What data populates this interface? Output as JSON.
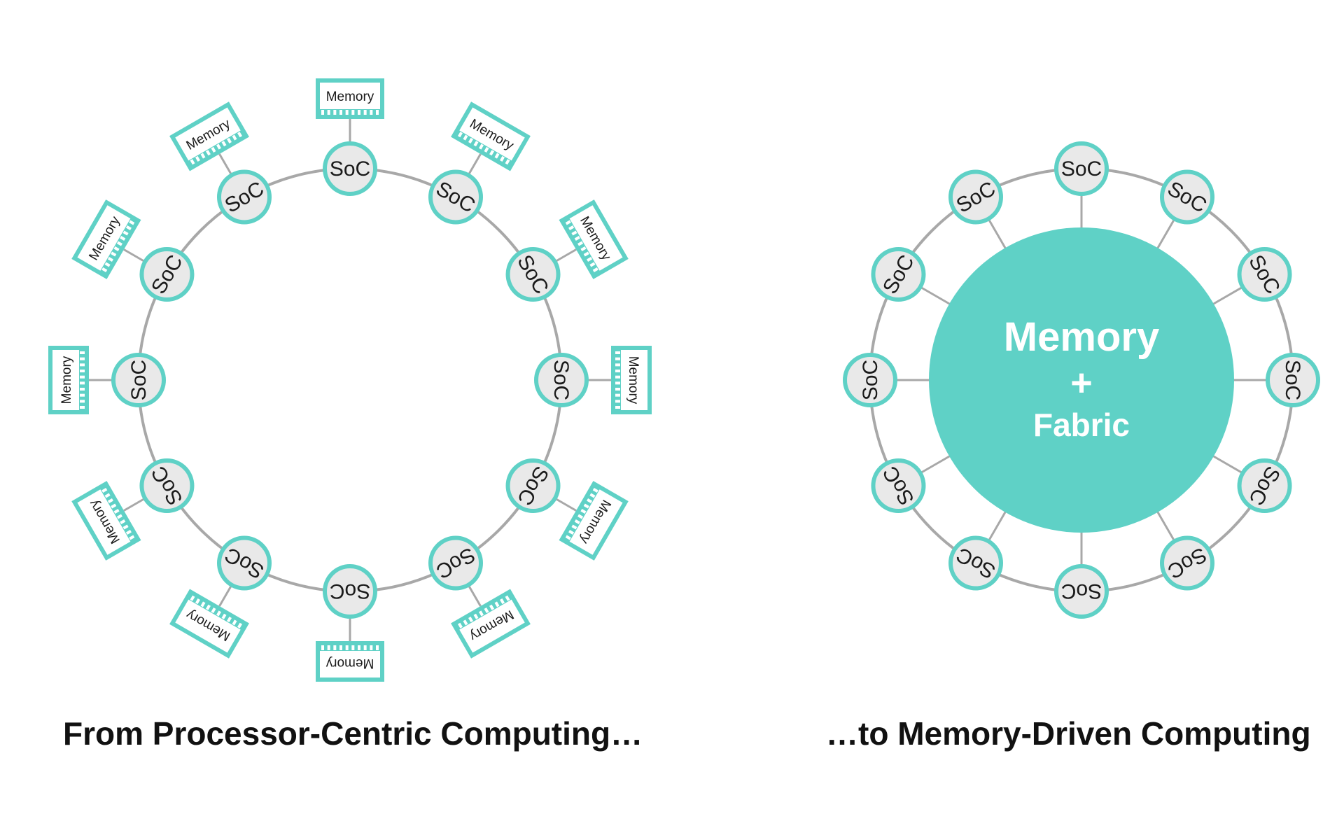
{
  "diagram": {
    "left": {
      "caption": "From Processor-Centric Computing…",
      "node_label": "SoC",
      "memory_label": "Memory",
      "node_count": 12
    },
    "right": {
      "caption": "…to Memory-Driven Computing",
      "node_label": "SoC",
      "node_count": 12,
      "hub_label_line1": "Memory",
      "hub_label_line2": "+",
      "hub_label_line3": "Fabric"
    },
    "colors": {
      "accent": "#5fd1c6",
      "node_fill": "#e9e9e9",
      "connector": "#a8a8a8",
      "text": "#111111"
    }
  }
}
